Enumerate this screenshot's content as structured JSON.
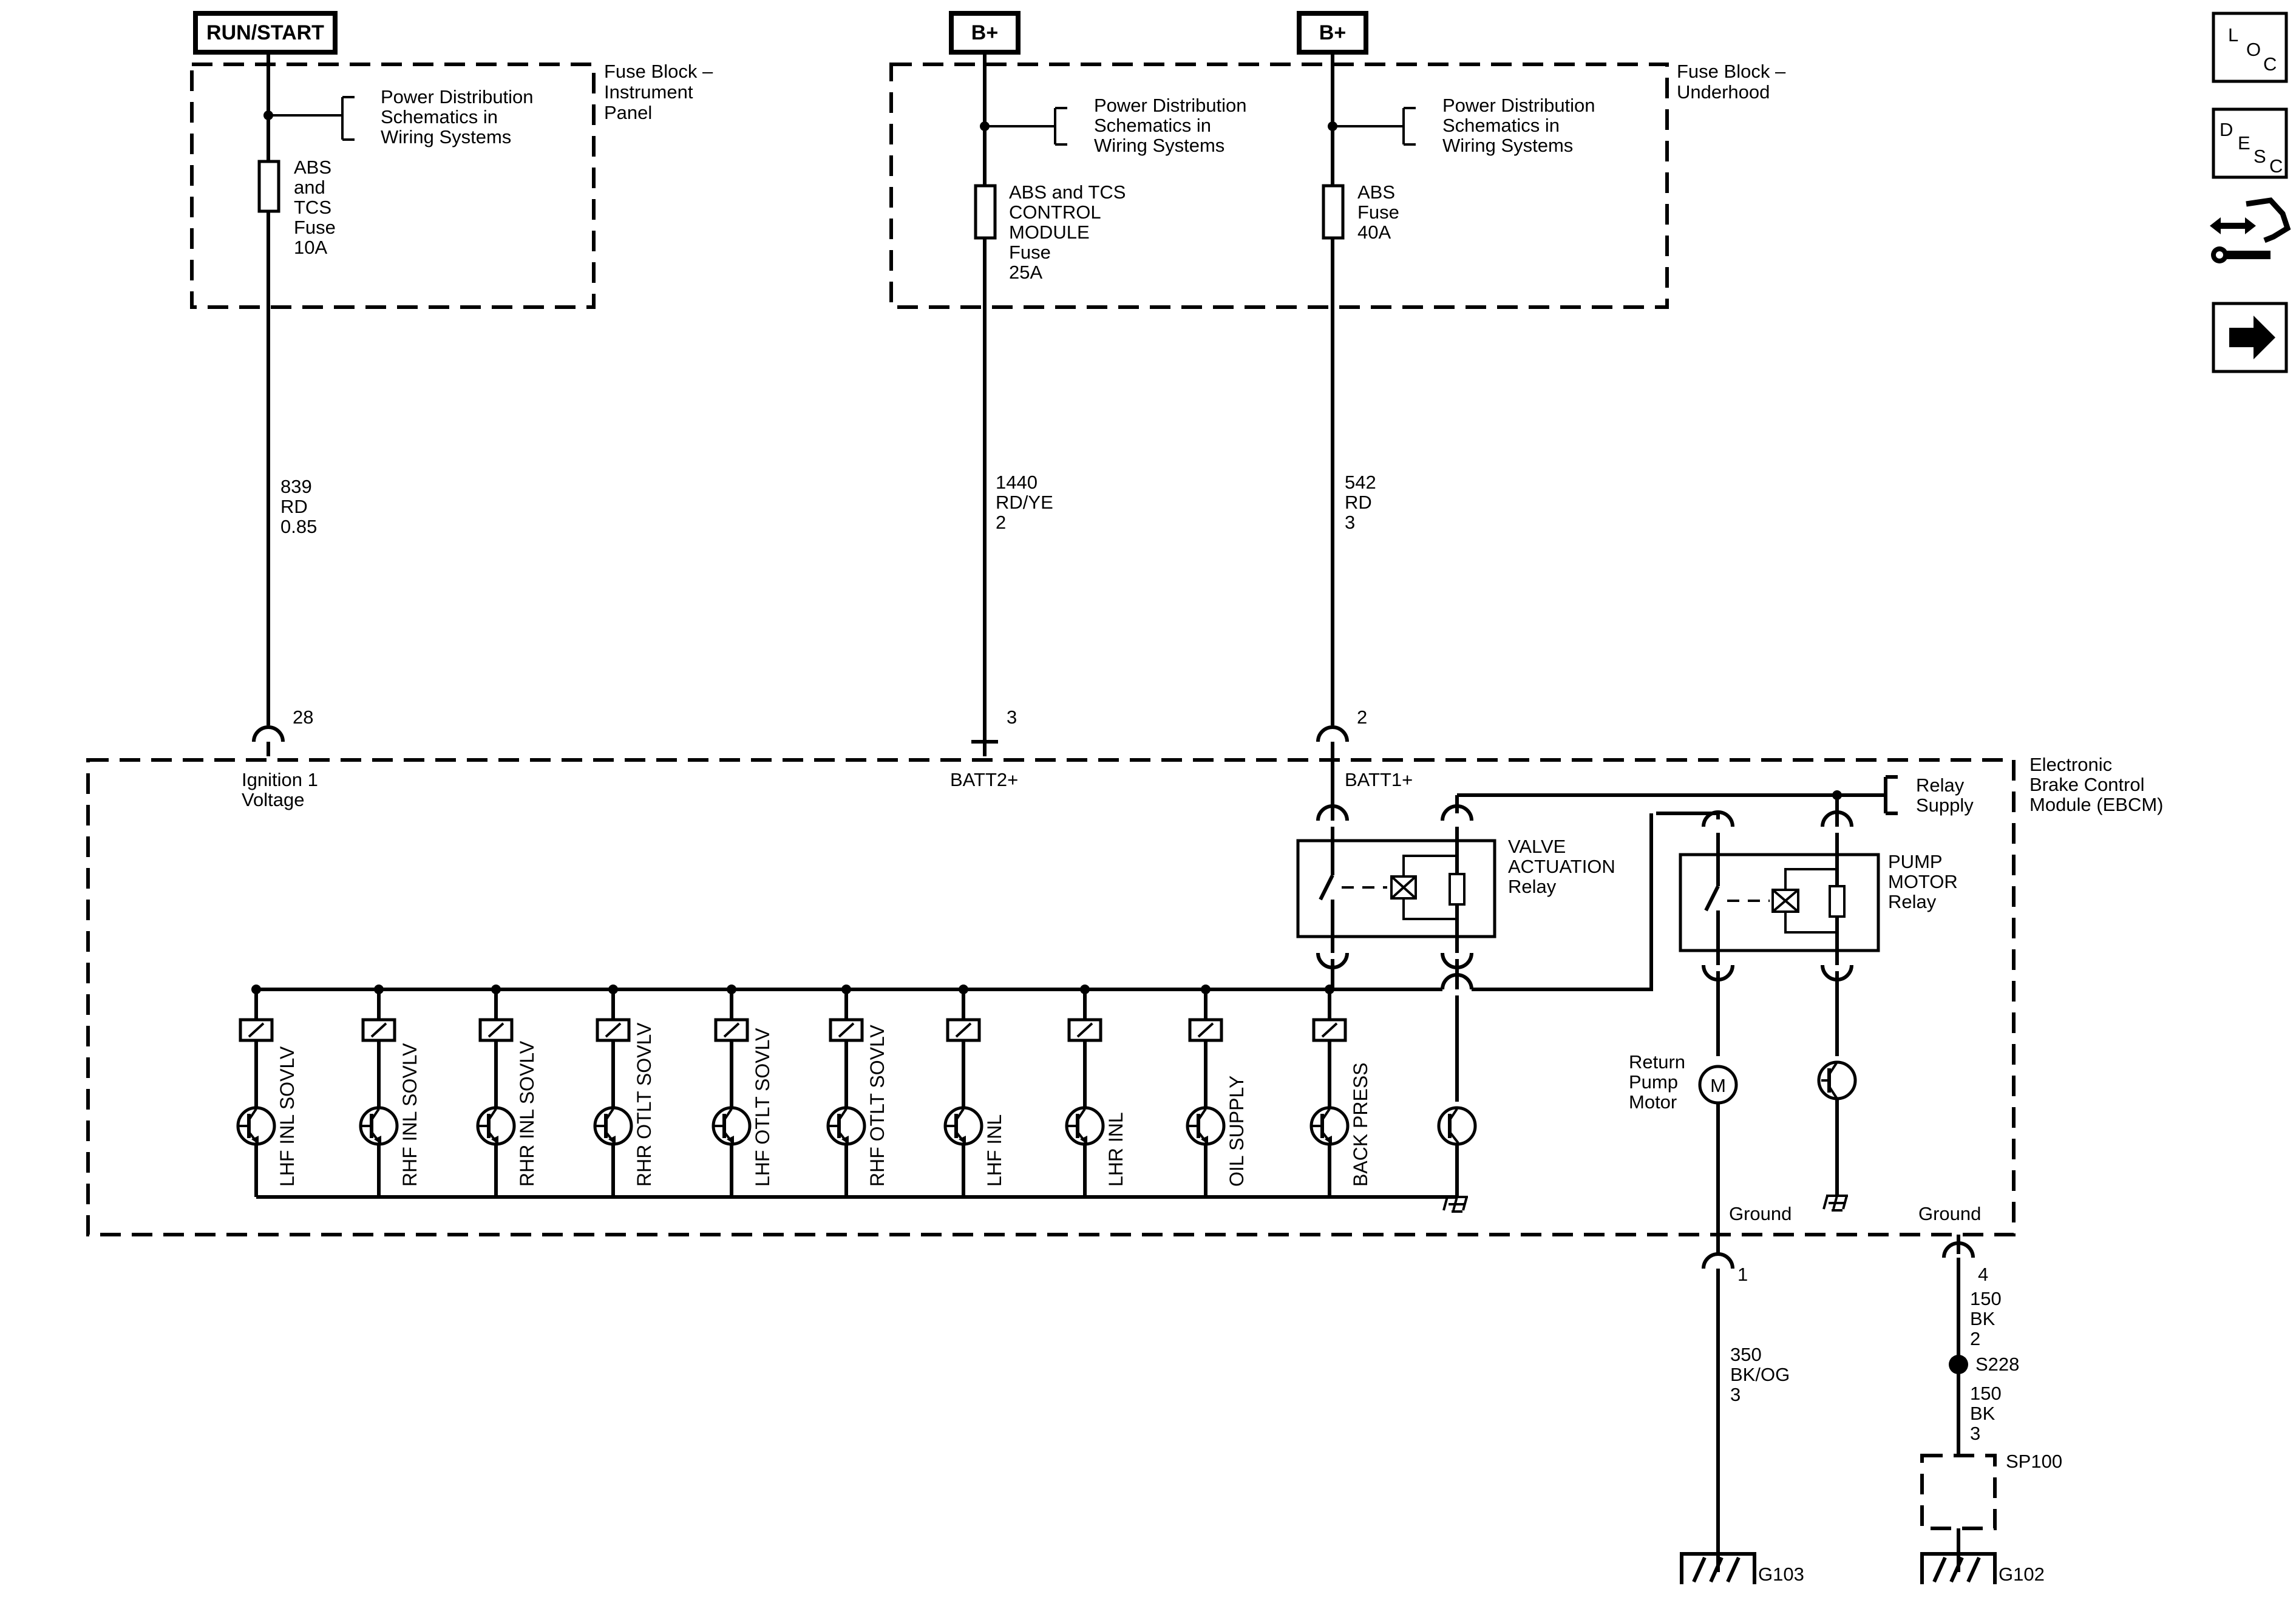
{
  "sources": {
    "run_start": "RUN/START",
    "bplus_1": "B+",
    "bplus_2": "B+"
  },
  "fuse_blocks": {
    "instrument_panel": [
      "Fuse Block –",
      "Instrument",
      "Panel"
    ],
    "underhood": [
      "Fuse Block –",
      "Underhood"
    ]
  },
  "power_dist_ref": [
    "Power Distribution",
    "Schematics in",
    "Wiring Systems"
  ],
  "fuses": {
    "abs_tcs_10a": [
      "ABS",
      "and",
      "TCS",
      "Fuse",
      "10A"
    ],
    "abs_tcs_cm_25a": [
      "ABS and TCS",
      "CONTROL",
      "MODULE",
      "Fuse",
      "25A"
    ],
    "abs_40a": [
      "ABS",
      "Fuse",
      "40A"
    ]
  },
  "circuits": {
    "c839": [
      "839",
      "RD",
      "0.85"
    ],
    "c1440": [
      "1440",
      "RD/YE",
      "2"
    ],
    "c542": [
      "542",
      "RD",
      "3"
    ],
    "c350": [
      "350",
      "BK/OG",
      "3"
    ],
    "c150a": [
      "150",
      "BK",
      "2"
    ],
    "c150b": [
      "150",
      "BK",
      "3"
    ]
  },
  "pins": {
    "p28": "28",
    "p3": "3",
    "p2": "2",
    "p1": "1",
    "p4": "4"
  },
  "ebcm": {
    "name": [
      "Electronic",
      "Brake Control",
      "Module (EBCM)"
    ],
    "ignition": [
      "Ignition 1",
      "Voltage"
    ],
    "batt2": "BATT2+",
    "batt1": "BATT1+",
    "relay_supply": [
      "Relay",
      "Supply"
    ],
    "valve_relay": [
      "VALVE",
      "ACTUATION",
      "Relay"
    ],
    "pump_relay": [
      "PUMP",
      "MOTOR",
      "Relay"
    ],
    "return_pump": [
      "Return",
      "Pump",
      "Motor"
    ],
    "motor_symbol": "M",
    "ground_1": "Ground",
    "ground_2": "Ground"
  },
  "solenoids": [
    "LHF INL SOVLV",
    "RHF INL SOVLV",
    "RHR INL SOVLV",
    "RHR OTLT SOVLV",
    "LHF OTLT SOVLV",
    "RHF OTLT SOVLV",
    "LHF INL",
    "LHR INL",
    "OIL SUPPLY",
    "BACK PRESS"
  ],
  "splices": {
    "s228": "S228",
    "sp100": "SP100"
  },
  "grounds": {
    "g103": "G103",
    "g102": "G102"
  },
  "side_icons": {
    "loc": {
      "letters": [
        "L",
        "O",
        "C"
      ],
      "icon": "location-icon"
    },
    "desc": {
      "letters": [
        "D",
        "E",
        "S",
        "C"
      ],
      "icon": "description-icon"
    },
    "repair": {
      "icon": "repair-tools-icon"
    },
    "next": {
      "icon": "next-arrow-icon"
    }
  }
}
